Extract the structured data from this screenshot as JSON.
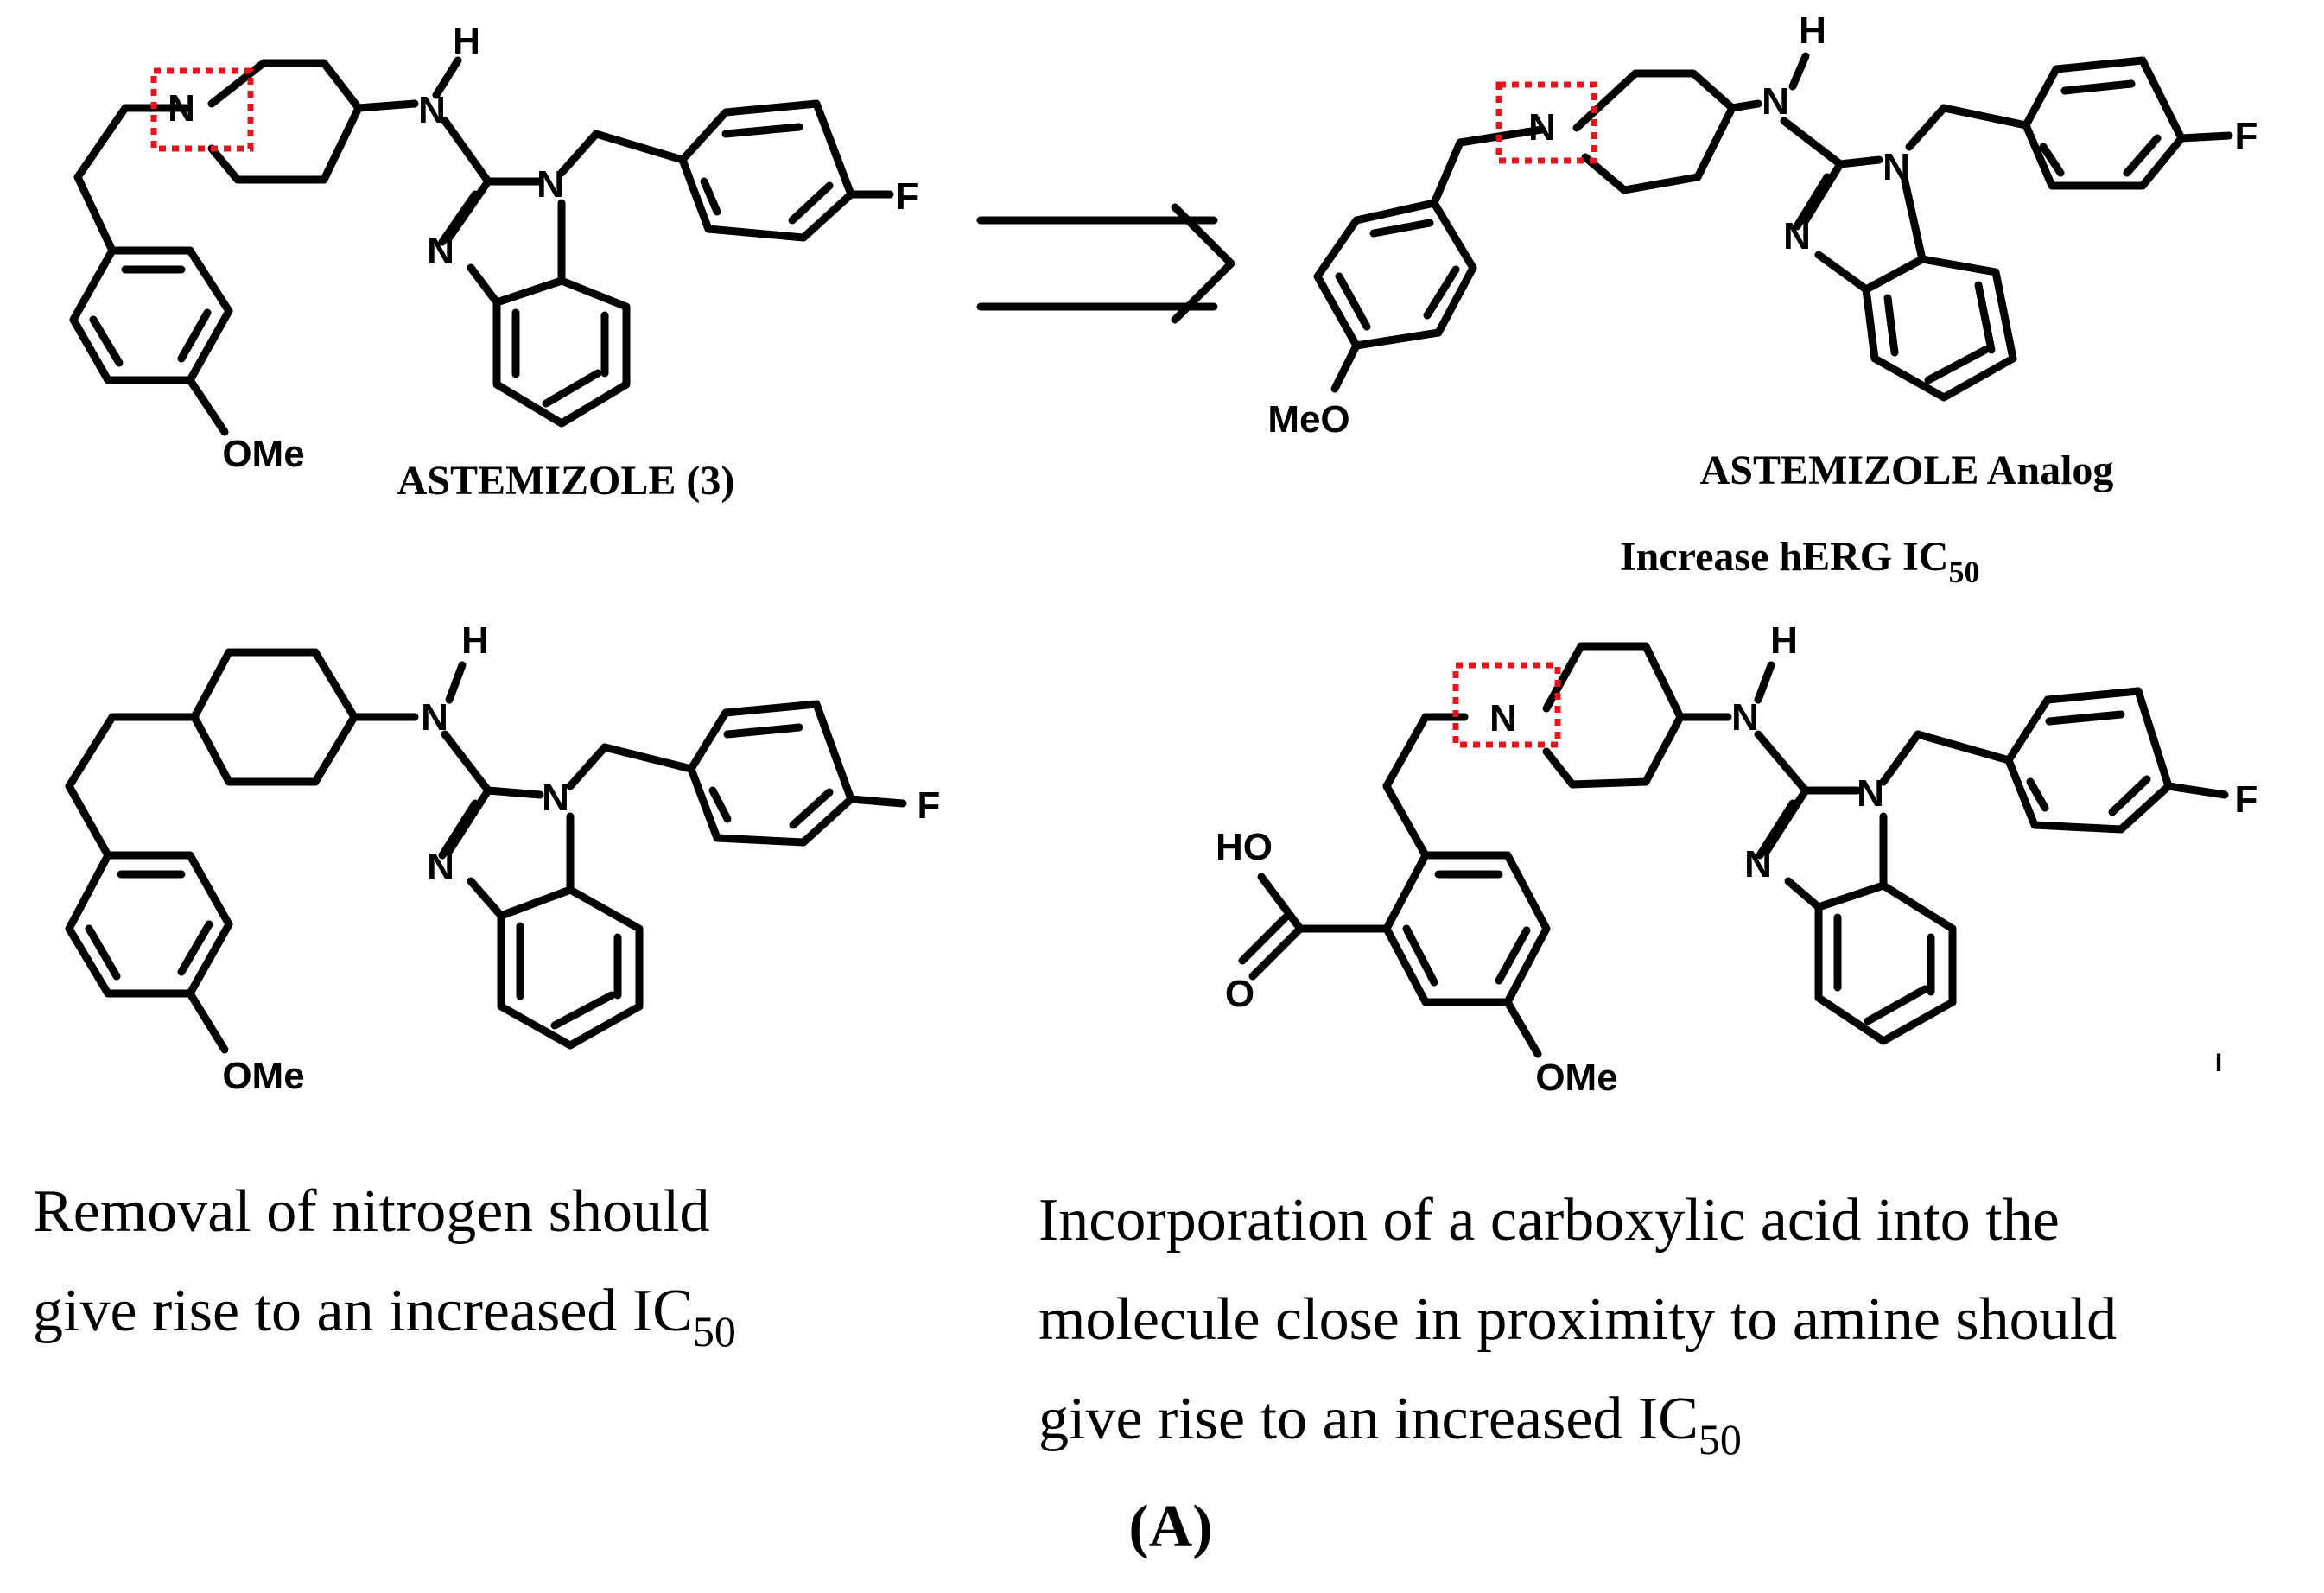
{
  "molecule1": {
    "name": "ASTEMIZOLE (3)",
    "atoms": {
      "n_ring": "N",
      "h_amine": "H",
      "n_amine": "N",
      "n_bzim1": "N",
      "n_bzim3": "N",
      "fluorine": "F",
      "methoxy": "OMe"
    }
  },
  "molecule2": {
    "name": "ASTEMIZOLE Analog",
    "note": "Increase hERG IC",
    "note_sub": "50",
    "atoms": {
      "n_ring": "N",
      "h_amine": "H",
      "n_amine": "N",
      "n_bzim1": "N",
      "n_bzim3": "N",
      "fluorine": "F",
      "methoxy": "MeO"
    }
  },
  "molecule3": {
    "atoms": {
      "h_amine": "H",
      "n_amine": "N",
      "n_bzim1": "N",
      "n_bzim3": "N",
      "fluorine": "F",
      "methoxy": "OMe"
    }
  },
  "molecule4": {
    "atoms": {
      "n_ring": "N",
      "h_amine": "H",
      "n_amine": "N",
      "n_bzim1": "N",
      "n_bzim3": "N",
      "fluorine": "F",
      "methoxy": "OMe",
      "hydroxyl": "HO",
      "carbonyl_o": "O"
    }
  },
  "caption_left": {
    "line1": "Removal of nitrogen should",
    "line2": "give rise to an increased IC",
    "line2_sub": "50"
  },
  "caption_right": {
    "line1": "Incorporation of a carboxylic acid into the",
    "line2": "molecule close in proximity to amine should",
    "line3": "give rise to an increased IC",
    "line3_sub": "50"
  },
  "panel_label": "(A)",
  "stray_mark": "I",
  "colors": {
    "highlight": "#e8141c",
    "ink": "#000000"
  }
}
